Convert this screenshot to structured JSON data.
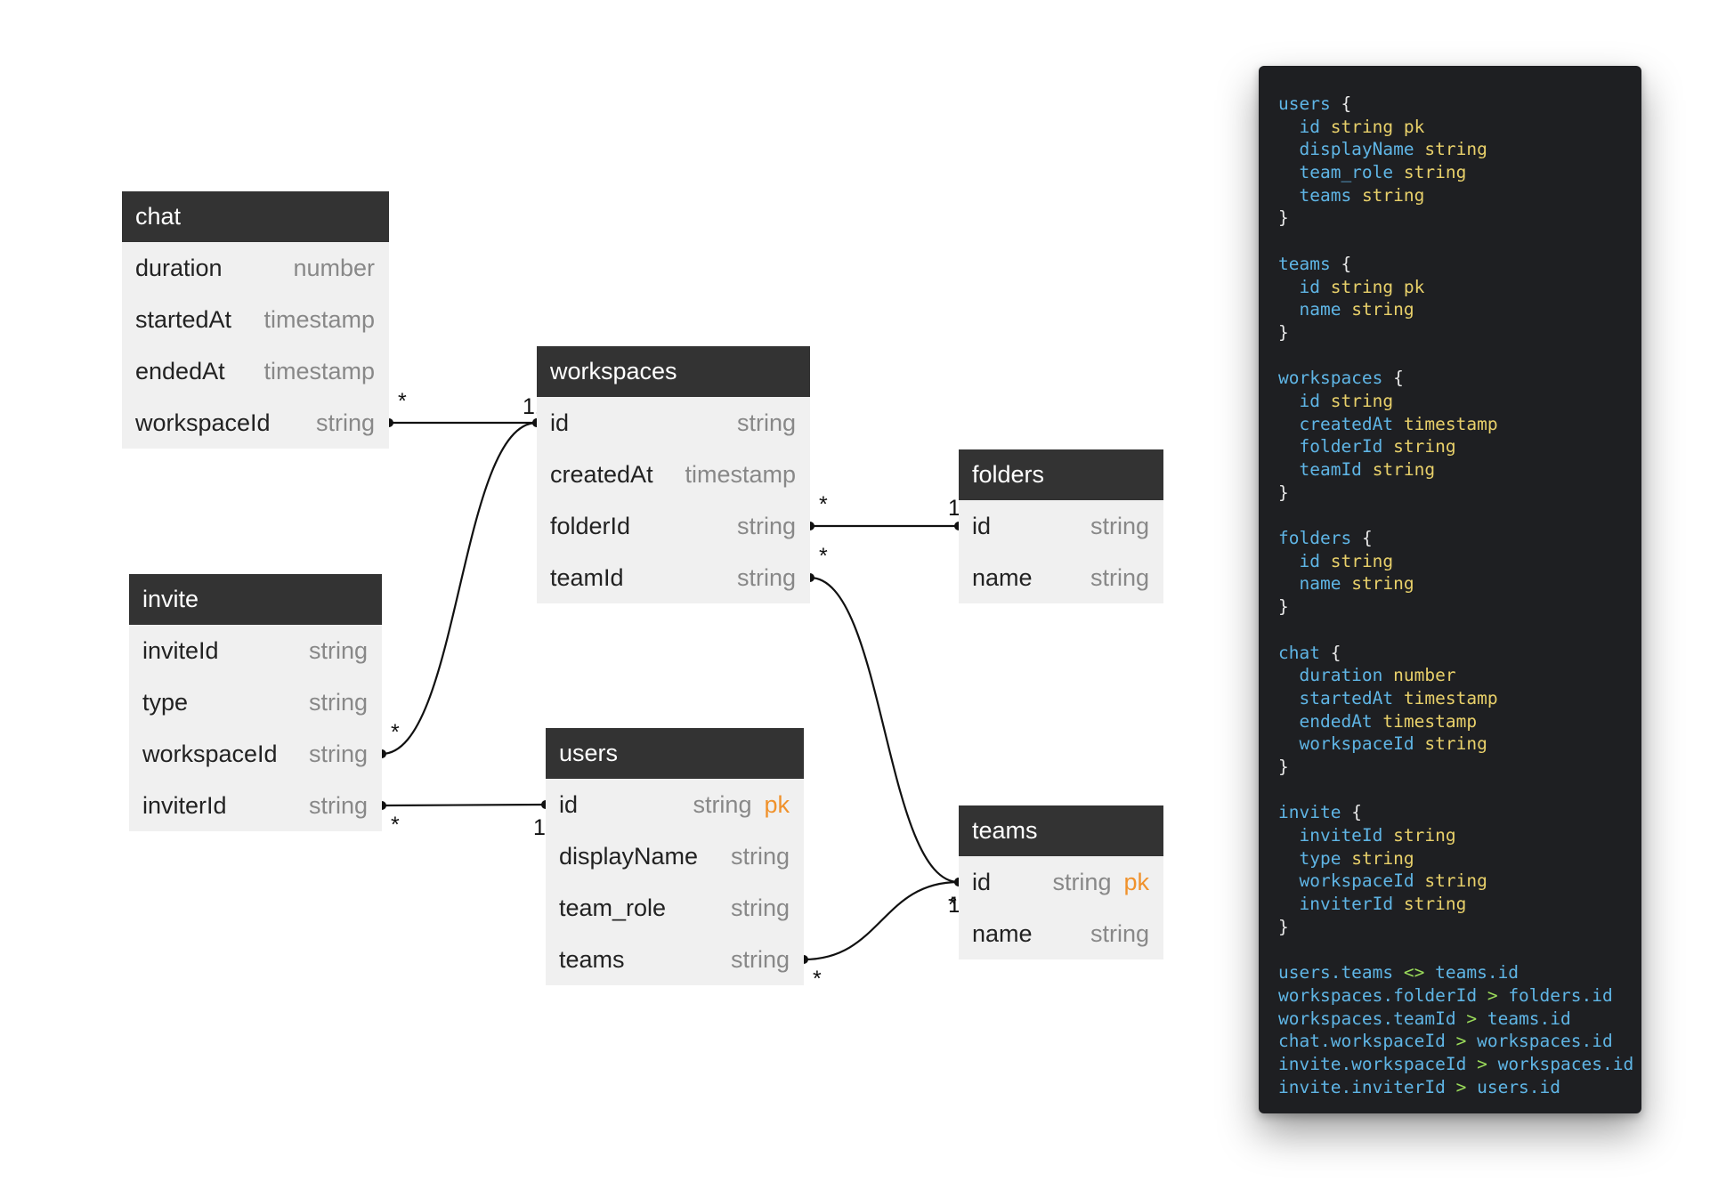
{
  "tables": [
    {
      "key": "chat",
      "name": "chat",
      "columns": [
        {
          "name": "duration",
          "type": "number"
        },
        {
          "name": "startedAt",
          "type": "timestamp"
        },
        {
          "name": "endedAt",
          "type": "timestamp"
        },
        {
          "name": "workspaceId",
          "type": "string"
        }
      ]
    },
    {
      "key": "workspaces",
      "name": "workspaces",
      "columns": [
        {
          "name": "id",
          "type": "string"
        },
        {
          "name": "createdAt",
          "type": "timestamp"
        },
        {
          "name": "folderId",
          "type": "string"
        },
        {
          "name": "teamId",
          "type": "string"
        }
      ]
    },
    {
      "key": "folders",
      "name": "folders",
      "columns": [
        {
          "name": "id",
          "type": "string"
        },
        {
          "name": "name",
          "type": "string"
        }
      ]
    },
    {
      "key": "invite",
      "name": "invite",
      "columns": [
        {
          "name": "inviteId",
          "type": "string"
        },
        {
          "name": "type",
          "type": "string"
        },
        {
          "name": "workspaceId",
          "type": "string"
        },
        {
          "name": "inviterId",
          "type": "string"
        }
      ]
    },
    {
      "key": "users",
      "name": "users",
      "columns": [
        {
          "name": "id",
          "type": "string",
          "pk": "pk"
        },
        {
          "name": "displayName",
          "type": "string"
        },
        {
          "name": "team_role",
          "type": "string"
        },
        {
          "name": "teams",
          "type": "string"
        }
      ]
    },
    {
      "key": "teams",
      "name": "teams",
      "columns": [
        {
          "name": "id",
          "type": "string",
          "pk": "pk"
        },
        {
          "name": "name",
          "type": "string"
        }
      ]
    }
  ],
  "relations": [
    {
      "from": "chat.workspaceId",
      "to": "workspaces.id",
      "from_card": "*",
      "to_card": "1"
    },
    {
      "from": "invite.workspaceId",
      "to": "workspaces.id",
      "from_card": "*",
      "to_card": "1"
    },
    {
      "from": "workspaces.folderId",
      "to": "folders.id",
      "from_card": "*",
      "to_card": "1"
    },
    {
      "from": "workspaces.teamId",
      "to": "teams.id",
      "from_card": "*",
      "to_card": "1"
    },
    {
      "from": "invite.inviterId",
      "to": "users.id",
      "from_card": "*",
      "to_card": "1"
    },
    {
      "from": "users.teams",
      "to": "teams.id",
      "from_card": "*",
      "to_card": "*"
    }
  ],
  "code_panel": {
    "lines": [
      "users {",
      "  id string pk",
      "  displayName string",
      "  team_role string",
      "  teams string",
      "}",
      "",
      "teams {",
      "  id string pk",
      "  name string",
      "}",
      "",
      "workspaces {",
      "  id string",
      "  createdAt timestamp",
      "  folderId string",
      "  teamId string",
      "}",
      "",
      "folders {",
      "  id string",
      "  name string",
      "}",
      "",
      "chat {",
      "  duration number",
      "  startedAt timestamp",
      "  endedAt timestamp",
      "  workspaceId string",
      "}",
      "",
      "invite {",
      "  inviteId string",
      "  type string",
      "  workspaceId string",
      "  inviterId string",
      "}",
      "",
      "users.teams <> teams.id",
      "workspaces.folderId > folders.id",
      "workspaces.teamId > teams.id",
      "chat.workspaceId > workspaces.id",
      "invite.workspaceId > workspaces.id",
      "invite.inviterId > users.id"
    ]
  },
  "colors": {
    "header_bg": "#333333",
    "body_bg": "#f0f0f0",
    "pk": "#f0922c",
    "panel_bg": "#1e1f22",
    "code_identifier": "#5fb5e5",
    "code_type": "#e8d06a",
    "code_operator": "#9bdc5a"
  }
}
